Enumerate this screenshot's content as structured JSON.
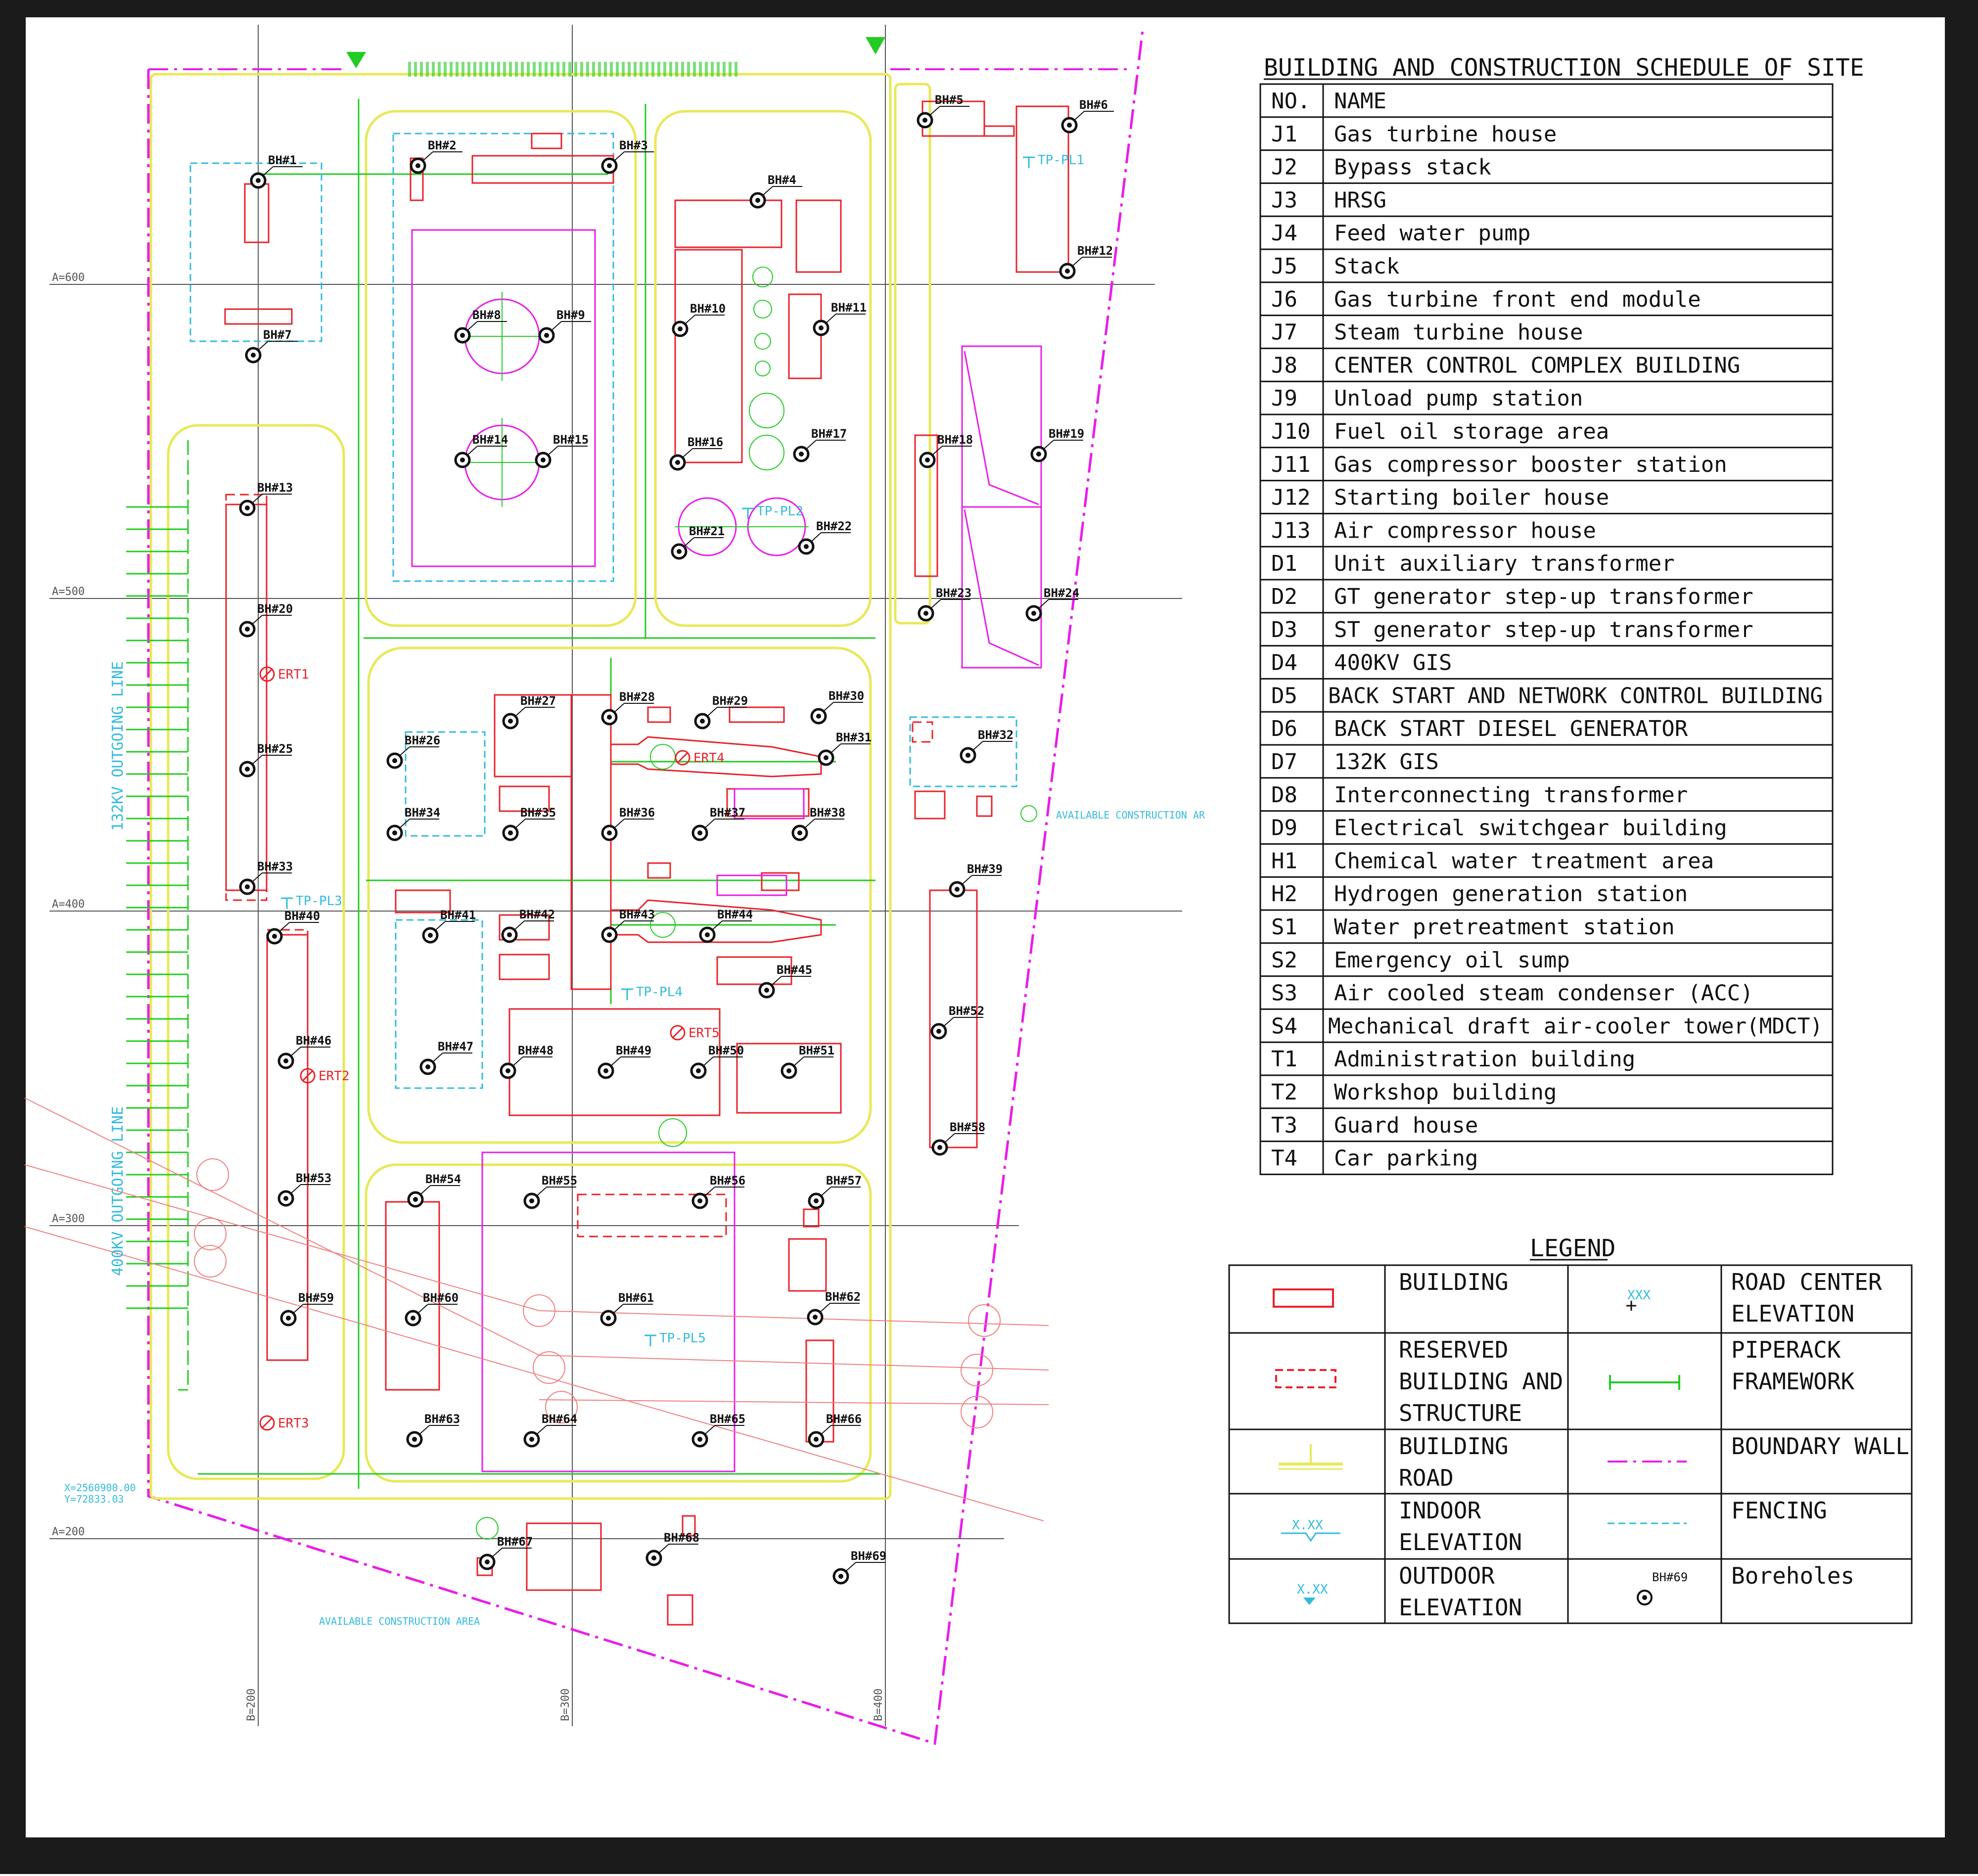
{
  "schedule": {
    "title": "BUILDING AND CONSTRUCTION SCHEDULE OF SITE",
    "header_no": "NO.",
    "header_name": "NAME",
    "rows": [
      {
        "no": "J1",
        "name": "Gas turbine house"
      },
      {
        "no": "J2",
        "name": "Bypass stack"
      },
      {
        "no": "J3",
        "name": "HRSG"
      },
      {
        "no": "J4",
        "name": "Feed water pump"
      },
      {
        "no": "J5",
        "name": "Stack"
      },
      {
        "no": "J6",
        "name": "Gas turbine front end module"
      },
      {
        "no": "J7",
        "name": "Steam turbine house"
      },
      {
        "no": "J8",
        "name": "CENTER CONTROL COMPLEX BUILDING"
      },
      {
        "no": "J9",
        "name": "Unload pump station"
      },
      {
        "no": "J10",
        "name": "Fuel oil storage area"
      },
      {
        "no": "J11",
        "name": "Gas compressor booster station"
      },
      {
        "no": "J12",
        "name": "Starting boiler house"
      },
      {
        "no": "J13",
        "name": "Air compressor house"
      },
      {
        "no": "D1",
        "name": "Unit auxiliary transformer"
      },
      {
        "no": "D2",
        "name": "GT generator step-up transformer"
      },
      {
        "no": "D3",
        "name": "ST generator step-up transformer"
      },
      {
        "no": "D4",
        "name": "400KV GIS"
      },
      {
        "no": "D5",
        "name": "BACK START AND NETWORK CONTROL BUILDING"
      },
      {
        "no": "D6",
        "name": "BACK START DIESEL GENERATOR"
      },
      {
        "no": "D7",
        "name": "132K GIS"
      },
      {
        "no": "D8",
        "name": "Interconnecting transformer"
      },
      {
        "no": "D9",
        "name": "Electrical switchgear building"
      },
      {
        "no": "H1",
        "name": "Chemical water treatment area"
      },
      {
        "no": "H2",
        "name": "Hydrogen generation station"
      },
      {
        "no": "S1",
        "name": "Water pretreatment station"
      },
      {
        "no": "S2",
        "name": "Emergency oil sump"
      },
      {
        "no": "S3",
        "name": "Air cooled steam condenser (ACC)"
      },
      {
        "no": "S4",
        "name": "Mechanical draft air-cooler tower(MDCT)"
      },
      {
        "no": "T1",
        "name": "Administration building"
      },
      {
        "no": "T2",
        "name": "Workshop building"
      },
      {
        "no": "T3",
        "name": "Guard house"
      },
      {
        "no": "T4",
        "name": "Car parking"
      }
    ]
  },
  "legend": {
    "title": "LEGEND",
    "items": [
      {
        "label1": "BUILDING",
        "label2": "",
        "label3": "",
        "sample": "XXX",
        "label4": "ROAD CENTER",
        "label5": "ELEVATION",
        "label6": ""
      },
      {
        "label1": "RESERVED",
        "label2": "BUILDING AND",
        "label3": "STRUCTURE",
        "sample": "",
        "label4": "PIPERACK",
        "label5": "FRAMEWORK",
        "label6": ""
      },
      {
        "label1": "BUILDING",
        "label2": "ROAD",
        "label3": "",
        "sample": "",
        "label4": "BOUNDARY WALL",
        "label5": "",
        "label6": ""
      },
      {
        "label1": "INDOOR",
        "label2": "ELEVATION",
        "label3": "",
        "sample": "X.XX",
        "label4": "FENCING",
        "label5": "",
        "label6": ""
      },
      {
        "label1": "OUTDOOR",
        "label2": "ELEVATION",
        "label3": "",
        "sample": "X.XX",
        "label4": "Boreholes",
        "label5": "",
        "label6": "BH#69"
      }
    ]
  },
  "site": {
    "grid_labels": {
      "a600": "A=600",
      "a500": "A=500",
      "a400": "A=400",
      "a300": "A=300",
      "a200": "A=200",
      "b200": "B=200",
      "b300": "B=300",
      "b400": "B=400"
    },
    "line_132": "132KV OUTGOING LINE",
    "line_400": "400KV OUTGOING LINE",
    "coords_x": "X=2560900.00",
    "coords_y": "Y=72833.03",
    "construction_area_right": "AVAILABLE CONSTRUCTION AR",
    "construction_area_bottom": "AVAILABLE CONSTRUCTION AREA",
    "boreholes": [
      "BH#1",
      "BH#2",
      "BH#3",
      "BH#4",
      "BH#5",
      "BH#6",
      "BH#7",
      "BH#8",
      "BH#9",
      "BH#10",
      "BH#11",
      "BH#12",
      "BH#13",
      "BH#14",
      "BH#15",
      "BH#16",
      "BH#17",
      "BH#18",
      "BH#19",
      "BH#20",
      "BH#21",
      "BH#22",
      "BH#23",
      "BH#24",
      "BH#25",
      "BH#26",
      "BH#27",
      "BH#28",
      "BH#29",
      "BH#30",
      "BH#31",
      "BH#32",
      "BH#33",
      "BH#34",
      "BH#35",
      "BH#36",
      "BH#37",
      "BH#38",
      "BH#39",
      "BH#40",
      "BH#41",
      "BH#42",
      "BH#43",
      "BH#44",
      "BH#45",
      "BH#46",
      "BH#47",
      "BH#48",
      "BH#49",
      "BH#50",
      "BH#51",
      "BH#52",
      "BH#53",
      "BH#54",
      "BH#55",
      "BH#56",
      "BH#57",
      "BH#58",
      "BH#59",
      "BH#60",
      "BH#61",
      "BH#62",
      "BH#63",
      "BH#64",
      "BH#65",
      "BH#66",
      "BH#67",
      "BH#68",
      "BH#69"
    ],
    "earth_tests": [
      "ERT1",
      "ERT2",
      "ERT3",
      "ERT4",
      "ERT5"
    ],
    "test_pits": [
      "TP-PL1",
      "TP-PL2",
      "TP-PL3",
      "TP-PL4",
      "TP-PL5"
    ]
  },
  "colors": {
    "building": "#e8222a",
    "road": "#e8e858",
    "fence": "#33bbdd",
    "boundary": "#e81ee8",
    "piperack": "#22cc22",
    "grid": "#555555",
    "ink": "#111111"
  }
}
